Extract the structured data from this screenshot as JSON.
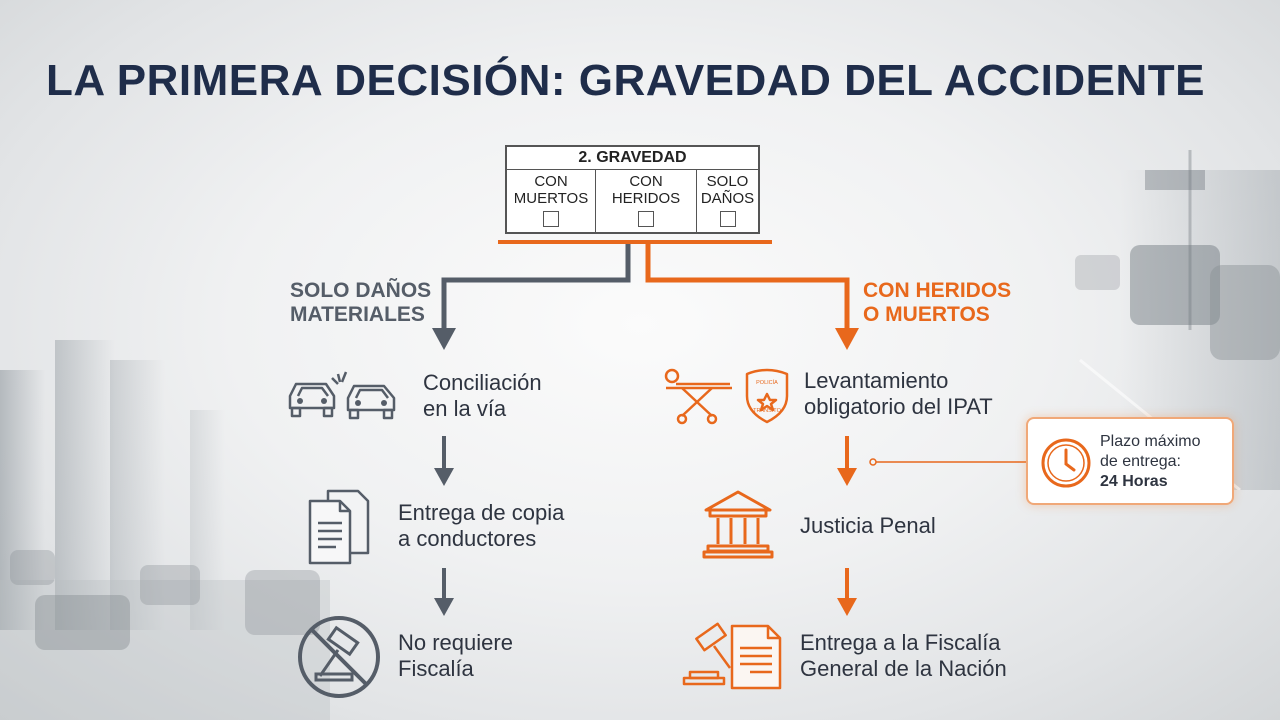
{
  "title": "LA PRIMERA DECISIÓN: GRAVEDAD DEL ACCIDENTE",
  "form": {
    "header": "2. GRAVEDAD",
    "columns": [
      {
        "line1": "CON",
        "line2": "MUERTOS"
      },
      {
        "line1": "CON",
        "line2": "HERIDOS"
      },
      {
        "line1": "SOLO",
        "line2": "DAÑOS"
      }
    ]
  },
  "left_branch": {
    "label_line1": "SOLO DAÑOS",
    "label_line2": "MATERIALES",
    "steps": [
      {
        "line1": "Conciliación",
        "line2": "en la vía",
        "icon": "car-crash-icon"
      },
      {
        "line1": "Entrega de copia",
        "line2": "a conductores",
        "icon": "documents-icon"
      },
      {
        "line1": "No requiere",
        "line2": "Fiscalía",
        "icon": "no-gavel-icon"
      }
    ]
  },
  "right_branch": {
    "label_line1": "CON HERIDOS",
    "label_line2": "O MUERTOS",
    "steps": [
      {
        "line1": "Levantamiento",
        "line2": "obligatorio del IPAT",
        "icon": "stretcher-police-badge-icon"
      },
      {
        "line1": "Justicia Penal",
        "line2": "",
        "icon": "courthouse-icon"
      },
      {
        "line1": "Entrega a la Fiscalía",
        "line2": "General de la Nación",
        "icon": "gavel-document-icon"
      }
    ]
  },
  "deadline": {
    "line1": "Plazo máximo",
    "line2": "de entrega:",
    "line3": "24 Horas",
    "icon": "clock-icon"
  },
  "badge_text": {
    "line1": "POLICÍA",
    "line2": "TRÁNSITO"
  },
  "colors": {
    "navy": "#1f2d4a",
    "orange": "#e8681c",
    "gray": "#555d68"
  }
}
